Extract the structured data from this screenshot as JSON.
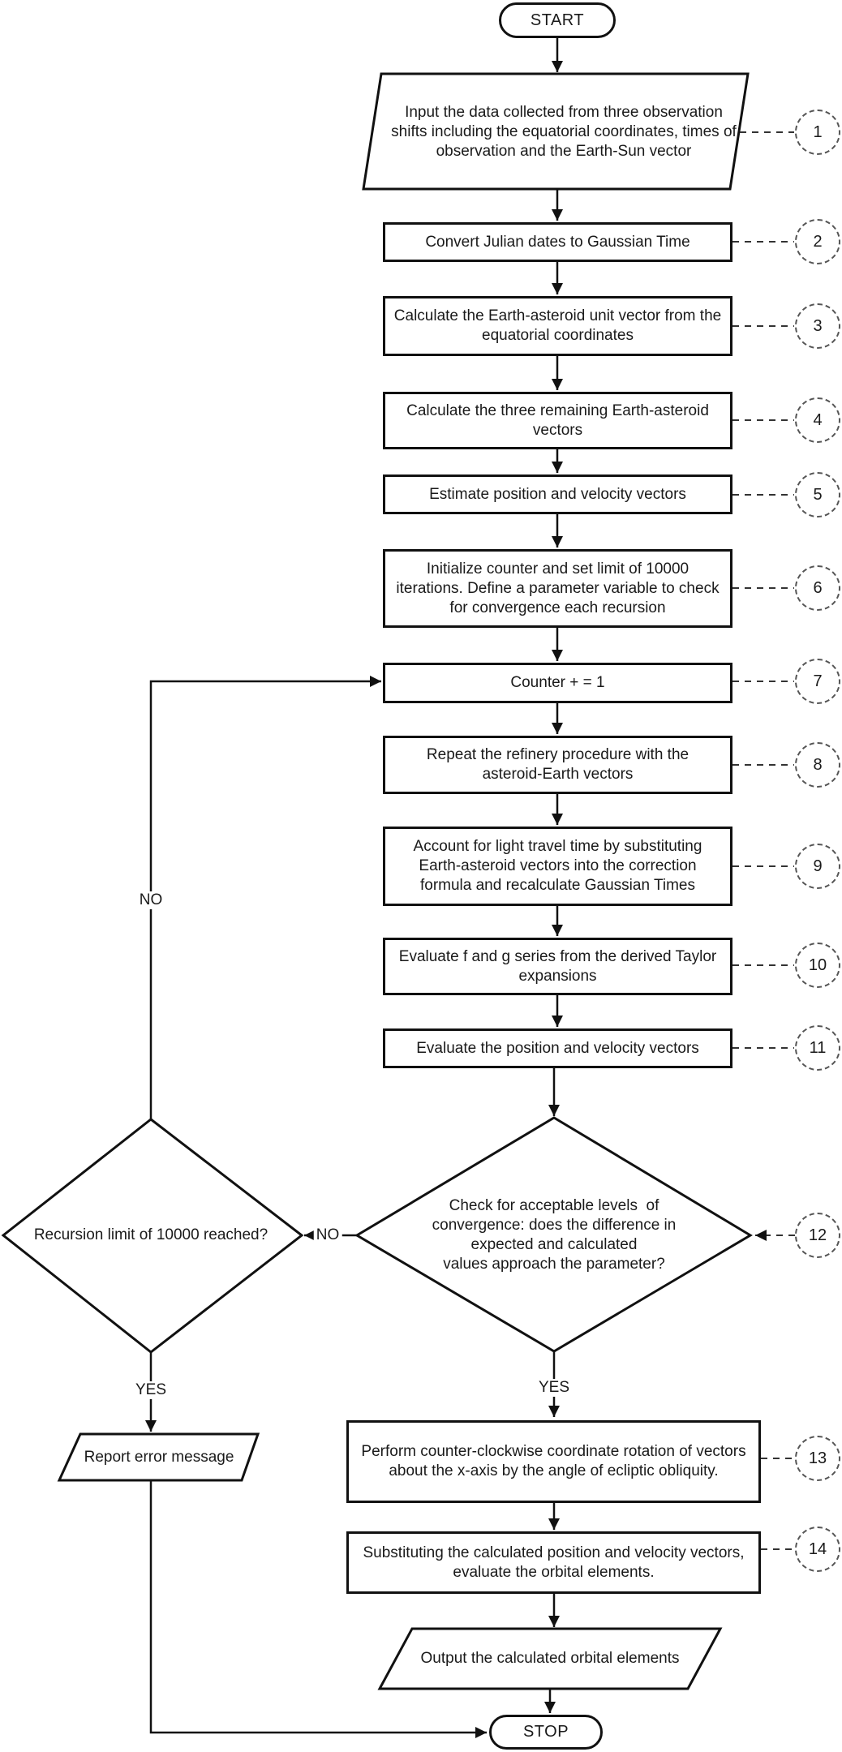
{
  "nodes": {
    "start": "START",
    "input_data": "Input the data collected from three observation\nshifts including the equatorial coordinates, times of\nobservation and the Earth-Sun vector",
    "convert_dates": "Convert Julian dates to Gaussian Time",
    "unit_vector": "Calculate the Earth-asteroid unit vector from the\nequatorial coordinates",
    "remaining_vectors": "Calculate the three remaining Earth-asteroid\nvectors",
    "estimate_vectors": "Estimate position and velocity vectors",
    "init_counter": "Initialize counter and set limit of 10000\niterations. Define a parameter variable to check\nfor convergence each recursion",
    "increment_counter": "Counter + = 1",
    "repeat_refinery": "Repeat the refinery procedure with the\nasteroid-Earth vectors",
    "light_travel": "Account for light travel time by substituting\nEarth-asteroid vectors into the correction\nformula and recalculate Gaussian Times",
    "fg_series": "Evaluate f and g series from the derived Taylor\nexpansions",
    "eval_vectors": "Evaluate the position and velocity vectors",
    "convergence_check": "Check for acceptable levels  of\nconvergence: does the difference in\nexpected and calculated\nvalues approach the parameter?",
    "recursion_limit": "Recursion limit of 10000 reached?",
    "report_error": "Report error message",
    "rotate_vectors": "Perform counter-clockwise coordinate rotation of vectors\nabout the x-axis by the angle of ecliptic obliquity.",
    "orbital_elements": "Substituting the calculated position and velocity vectors,\nevaluate the orbital elements.",
    "output_elements": "Output the calculated orbital elements",
    "stop": "STOP"
  },
  "edge_labels": {
    "no_to_limit_check": "NO",
    "no_loop_back": "NO",
    "yes_error": "YES",
    "yes_continue": "YES"
  },
  "annotations": [
    "1",
    "2",
    "3",
    "4",
    "5",
    "6",
    "7",
    "8",
    "9",
    "10",
    "11",
    "12",
    "13",
    "14"
  ],
  "colors": {
    "stroke": "#111111",
    "background": "#ffffff",
    "annotation_stroke": "#555555"
  }
}
